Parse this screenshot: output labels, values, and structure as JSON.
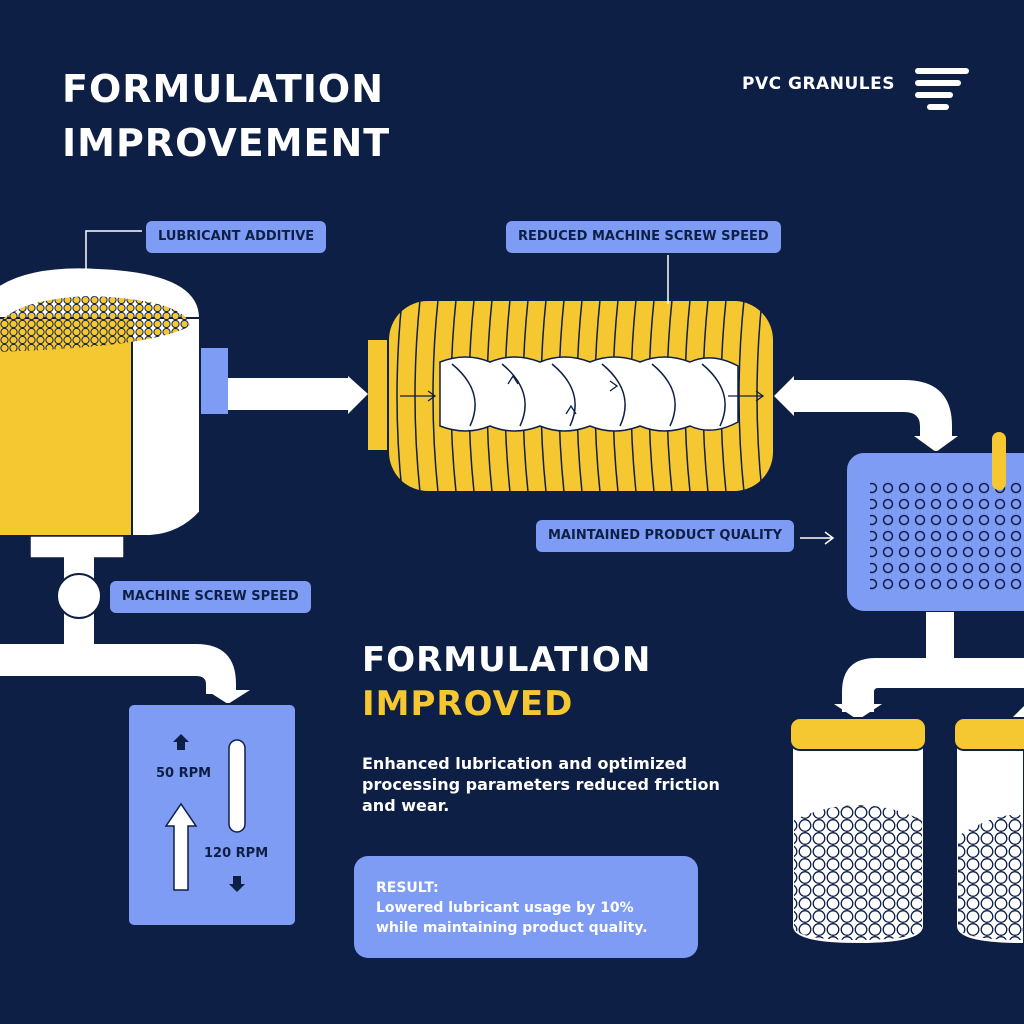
{
  "title": {
    "line1": "FORMULATION",
    "line2": "IMPROVEMENT"
  },
  "brand": {
    "label": "PVC GRANULES",
    "icon": "stacked-lines-logo-icon"
  },
  "labels": {
    "lubricant_additive": "LUBRICANT ADDITIVE",
    "reduced_screw_speed": "REDUCED MACHINE SCREW SPEED",
    "maintained_quality": "MAINTAINED PRODUCT QUALITY",
    "machine_screw_speed": "MACHINE SCREW SPEED"
  },
  "speed_panel": {
    "upper": "50 RPM",
    "lower": "120 RPM"
  },
  "summary": {
    "heading_line1": "FORMULATION",
    "heading_line2": "IMPROVED",
    "description": "Enhanced lubrication and optimized processing parameters reduced friction and wear."
  },
  "result": {
    "label": "RESULT:",
    "line1": "Lowered lubricant usage by 10%",
    "line2": "while maintaining product quality."
  },
  "colors": {
    "background": "#0e1f45",
    "accent_yellow": "#f5c832",
    "accent_blue": "#7e9cf3",
    "white": "#ffffff"
  }
}
